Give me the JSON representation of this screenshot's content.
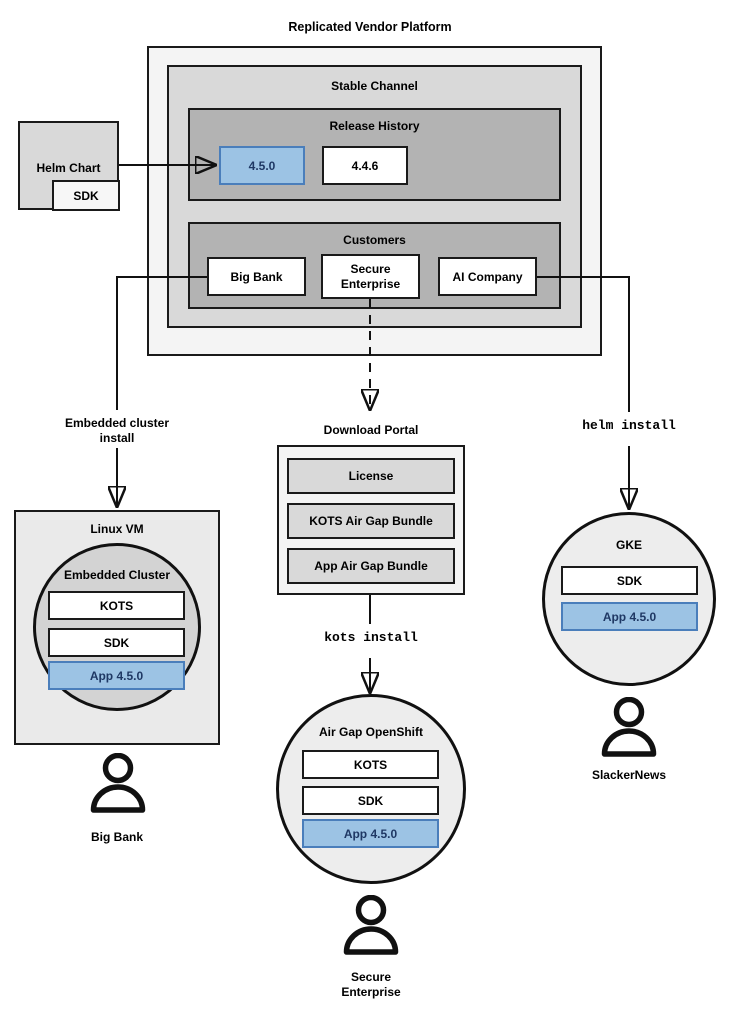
{
  "diagram": {
    "title": "Replicated Vendor Platform",
    "platform": {
      "channel_title": "Stable Channel",
      "release_history": {
        "title": "Release History",
        "releases": [
          {
            "version": "4.5.0",
            "state": "current",
            "color": "#9cc3e4"
          },
          {
            "version": "4.4.6",
            "state": "previous",
            "color": "#ffffff"
          }
        ]
      },
      "customers": {
        "title": "Customers",
        "items": [
          "Big Bank",
          "Secure\nEnterprise",
          "AI Company"
        ]
      }
    },
    "source": {
      "title": "Helm Chart",
      "sub": "SDK"
    },
    "edges": [
      {
        "label": "Embedded cluster\ninstall",
        "style": "solid"
      },
      {
        "label": "kots install",
        "style": "solid",
        "mono": true
      },
      {
        "label": "helm install",
        "style": "solid",
        "mono": true
      }
    ],
    "download_portal": {
      "title": "Download Portal",
      "items": [
        "License",
        "KOTS Air Gap Bundle",
        "App Air Gap Bundle"
      ]
    },
    "targets": [
      {
        "outer_label": "Linux VM",
        "inner_label": "Embedded Cluster",
        "stack": [
          {
            "label": "KOTS",
            "variant": "white"
          },
          {
            "label": "SDK",
            "variant": "white"
          },
          {
            "label": "App 4.5.0",
            "variant": "blue"
          }
        ],
        "customer": "Big Bank"
      },
      {
        "outer_label": "",
        "inner_label": "Air Gap OpenShift",
        "stack": [
          {
            "label": "KOTS",
            "variant": "white"
          },
          {
            "label": "SDK",
            "variant": "white"
          },
          {
            "label": "App 4.5.0",
            "variant": "blue"
          }
        ],
        "customer": "Secure\nEnterprise"
      },
      {
        "outer_label": "",
        "inner_label": "GKE",
        "stack": [
          {
            "label": "SDK",
            "variant": "white"
          },
          {
            "label": "App 4.5.0",
            "variant": "blue"
          }
        ],
        "customer": "SlackerNews"
      }
    ],
    "colors": {
      "accent_blue_fill": "#9cc3e4",
      "accent_blue_border": "#4a7ebb",
      "accent_blue_text": "#1f3864",
      "stroke": "#1a1a1a",
      "platform_bg": "#f4f4f4",
      "channel_bg": "#d9d9d9",
      "group_bg": "#b3b3b3",
      "vm_bg": "#eaeaea",
      "circle_grey": "#d3d3d3",
      "circle_light": "#ededed"
    }
  }
}
